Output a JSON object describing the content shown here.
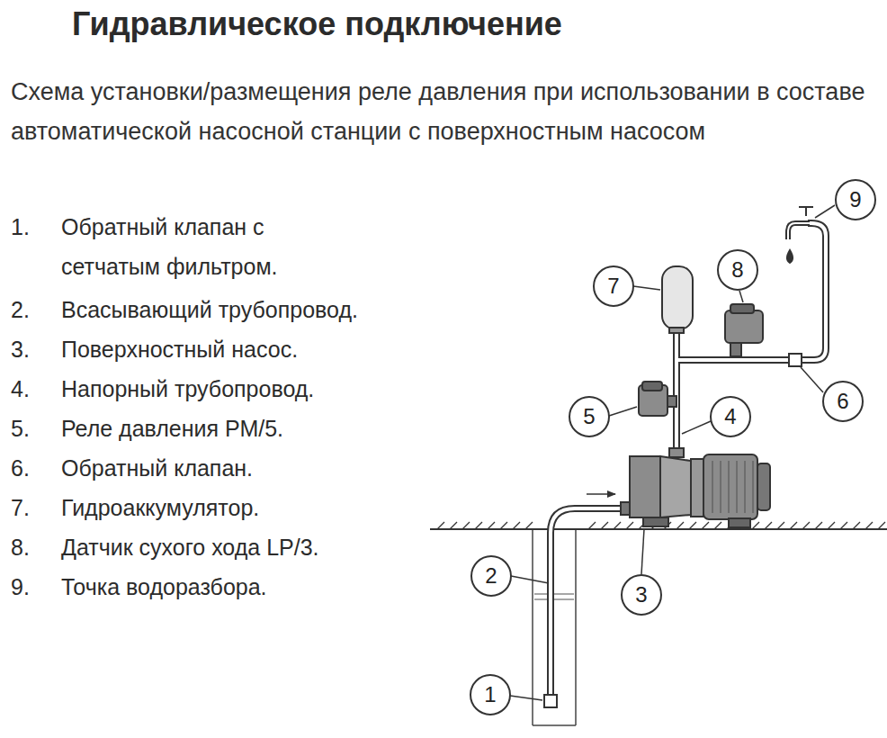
{
  "diagram": {
    "title": "Гидравлическое подключение",
    "caption": "Схема установки/размещения реле давления при использовании в составе автоматической насосной станции с поверхностным насосом",
    "nodes": [
      {
        "text": [
          "1"
        ]
      },
      {
        "text": [
          "2"
        ]
      },
      {
        "text": [
          "3"
        ]
      },
      {
        "text": [
          "4"
        ]
      },
      {
        "text": [
          "5"
        ]
      },
      {
        "text": [
          "6"
        ]
      },
      {
        "text": [
          "7"
        ]
      },
      {
        "text": [
          "8"
        ]
      },
      {
        "text": [
          "9"
        ]
      }
    ],
    "labels": [
      "1.",
      "Обратный клапан с сетчатым фильтром.",
      "2.",
      "Всасывающий трубопровод.",
      "3.",
      "Поверхностный насос.",
      "4.",
      "Напорный трубопровод.",
      "5.",
      "Реле давления РМ/5.",
      "6.",
      "Обратный клапан.",
      "7.",
      "Гидроаккумулятор.",
      "8.",
      "Датчик сухого хода LP/3.",
      "9.",
      "Точка водоразбора."
    ]
  }
}
